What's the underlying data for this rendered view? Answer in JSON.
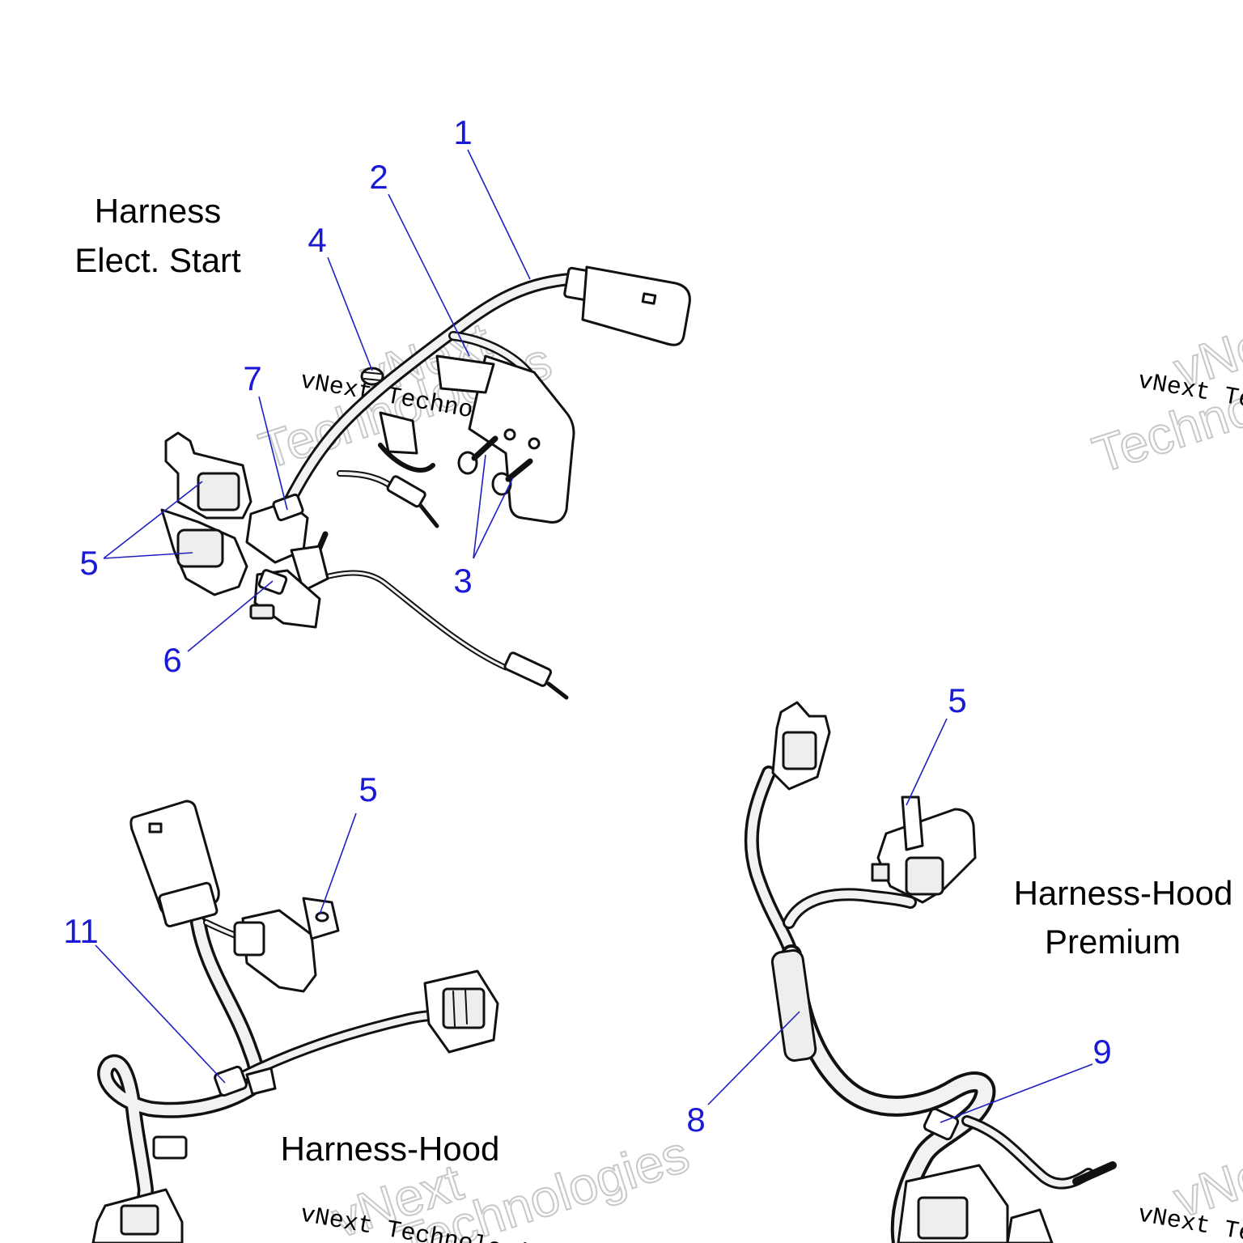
{
  "colors": {
    "callout": "#1a1ad6",
    "leader": "#2020c0",
    "line": "#111111",
    "watermark_outline": "#c8c8c8"
  },
  "titles": {
    "elect_start_line1": "Harness",
    "elect_start_line2": "Elect. Start",
    "hood": "Harness-Hood",
    "hood_premium_line1": "Harness-Hood",
    "hood_premium_line2": "Premium"
  },
  "watermark": {
    "big_line1": "vNext",
    "big_line2": "Technologies",
    "small": "vNext Technologies"
  },
  "callouts": [
    "1",
    "2",
    "3",
    "4",
    "5",
    "5",
    "5",
    "6",
    "7",
    "8",
    "9",
    "11"
  ]
}
